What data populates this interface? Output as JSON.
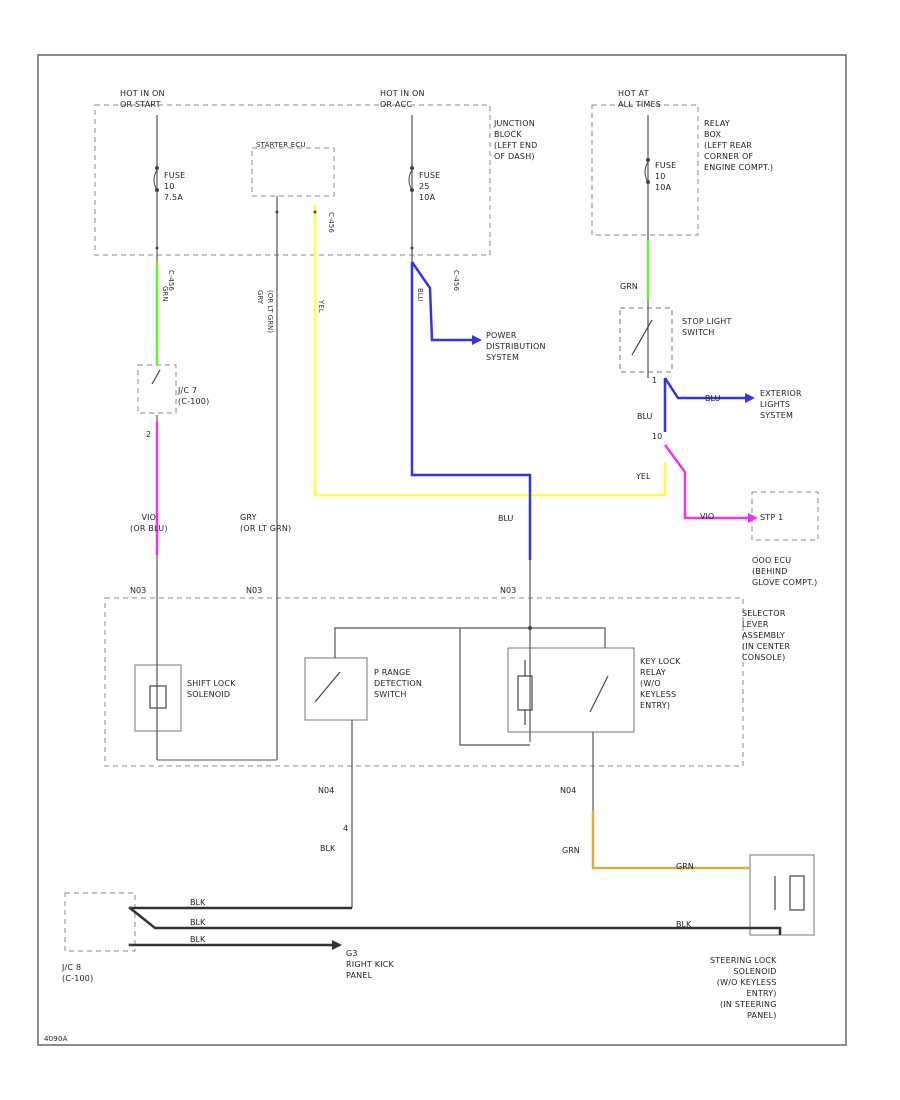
{
  "power": {
    "hot_ign_left": [
      "HOT IN ON",
      "OR START"
    ],
    "hot_ign_mid": [
      "HOT IN ON",
      "OR ACC"
    ],
    "hot_at_all_times": [
      "HOT AT",
      "ALL TIMES"
    ]
  },
  "junction_block": [
    "JUNCTION",
    "BLOCK",
    "(LEFT END",
    "OF DASH)"
  ],
  "relay_box": [
    "RELAY",
    "BOX",
    "(LEFT REAR",
    "CORNER OF",
    "ENGINE COMPT.)"
  ],
  "fuses": {
    "f1": [
      "FUSE",
      "10",
      "7.5A"
    ],
    "f2": [
      "FUSE",
      "25",
      "10A"
    ],
    "f3": [
      "FUSE",
      "10",
      "10A"
    ]
  },
  "starter_ecu": "STARTER ECU",
  "connectors": {
    "c_left": "C-456",
    "c_mid": "C-456",
    "c_right": "C-456"
  },
  "wires": {
    "grn_left": "GRN",
    "gry_left": "GRY",
    "gry_alt": "(OR LT GRN)",
    "yel_top": "YEL",
    "blu_mid": "BLU",
    "grn_right": "GRN",
    "blu_right": "BLU",
    "blu_ext": "BLU",
    "yel_right": "YEL",
    "vio": "VIO",
    "vio_alt": "(OR BLU)",
    "gry_lower": "GRY",
    "gry_lower_alt": "(OR LT GRN)",
    "blu_lower": "BLU",
    "blk_mid": "BLK",
    "grn_bottom": "GRN",
    "grn_bottom_h": "GRN",
    "blk_1": "BLK",
    "blk_2": "BLK",
    "blk_3": "BLK",
    "blk_4": "BLK"
  },
  "pins": {
    "n1": "N03",
    "n2": "N03",
    "n3": "N03",
    "n4": "N04",
    "n5": "N04",
    "p4": "4",
    "p1": "1",
    "p2": "2"
  },
  "jc_top": [
    "J/C 7",
    "(C-100)"
  ],
  "power_distribution": [
    "POWER",
    "DISTRIBUTION",
    "SYSTEM"
  ],
  "stop_light_switch": [
    "STOP LIGHT",
    "SWITCH"
  ],
  "exterior_lights": [
    "EXTERIOR",
    "LIGHTS",
    "SYSTEM"
  ],
  "splice_label": "10",
  "stp_box": "STP 1",
  "stp_wire": "VIO",
  "ooo_ecu": [
    "OOO ECU",
    "(BEHIND",
    "GLOVE COMPT.)"
  ],
  "selector": [
    "SELECTOR",
    "LEVER",
    "ASSEMBLY",
    "(IN CENTER",
    "CONSOLE)"
  ],
  "shift_lock": [
    "SHIFT LOCK",
    "SOLENOID"
  ],
  "p_range": [
    "P RANGE",
    "DETECTION",
    "SWITCH"
  ],
  "key_lock": [
    "KEY LOCK",
    "RELAY",
    "(W/O",
    "KEYLESS",
    "ENTRY)"
  ],
  "jc_bottom": [
    "J/C 8",
    "(C-100)"
  ],
  "ground": [
    "G3",
    "RIGHT KICK",
    "PANEL"
  ],
  "steering": [
    "STEERING LOCK",
    "SOLENOID",
    "(W/O KEYLESS",
    "ENTRY)",
    "(IN STEERING",
    "PANEL)"
  ],
  "footer_code": "4090A",
  "colors": {
    "green": "#66ee33",
    "violet": "#ee33ee",
    "yellow": "#ffff44",
    "blue": "#3333ee",
    "tan": "#d9b040",
    "black": "#333333"
  }
}
